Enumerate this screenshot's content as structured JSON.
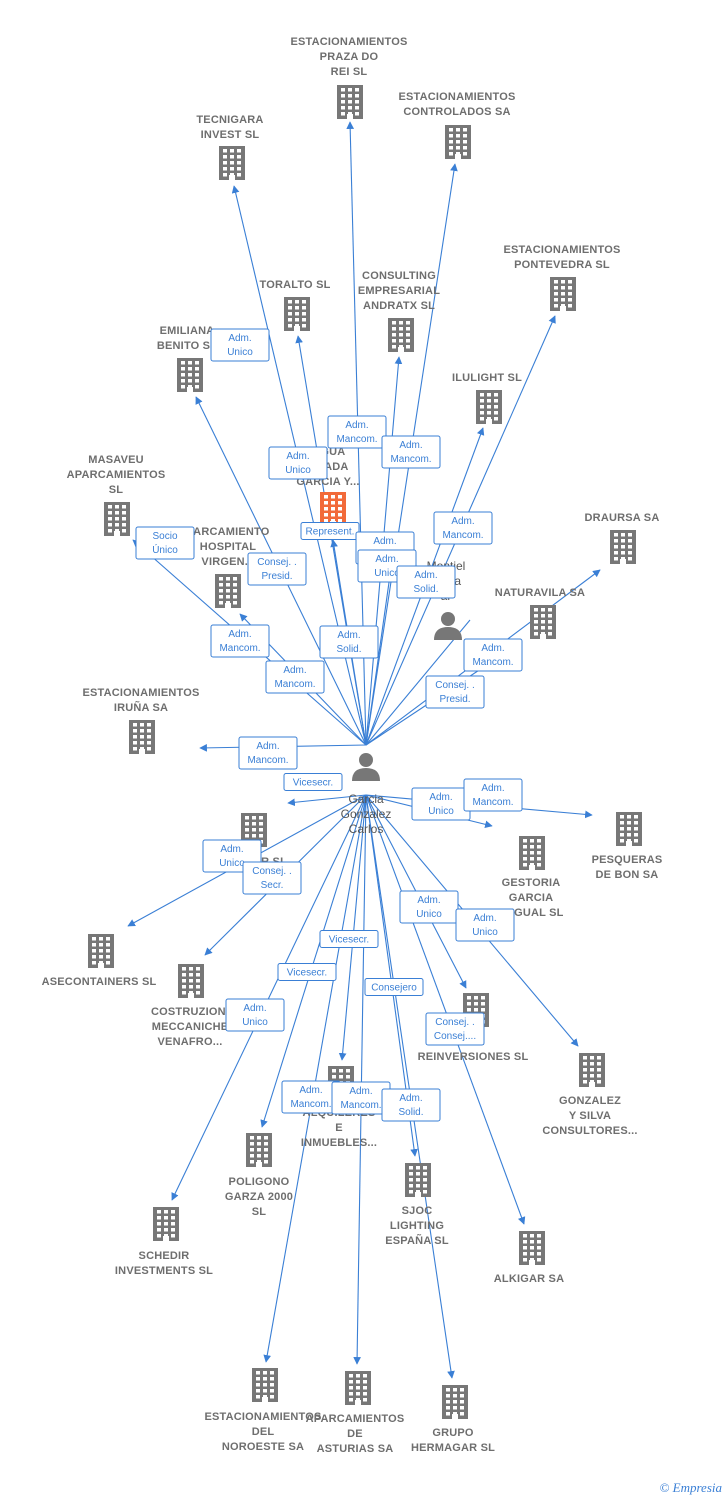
{
  "center": {
    "name": [
      "Garcia",
      "Gonzalez",
      "Carlos"
    ]
  },
  "other_person": {
    "name": [
      "Montiel",
      "Maria",
      "ar"
    ]
  },
  "highlighted_company": {
    "name": [
      "...GUA",
      "...LADA",
      "GARCIA Y..."
    ]
  },
  "companies": [
    {
      "id": "praza",
      "label": [
        "ESTACIONAMIENTOS",
        "PRAZA DO",
        "REI SL"
      ]
    },
    {
      "id": "controlados",
      "label": [
        "ESTACIONAMIENTOS",
        "CONTROLADOS SA"
      ]
    },
    {
      "id": "tecnigara",
      "label": [
        "TECNIGARA",
        "INVEST SL"
      ]
    },
    {
      "id": "pontevedra",
      "label": [
        "ESTACIONAMIENTOS",
        "PONTEVEDRA SL"
      ]
    },
    {
      "id": "toralto",
      "label": [
        "TORALTO  SL"
      ]
    },
    {
      "id": "consulting",
      "label": [
        "CONSULTING",
        "EMPRESARIAL",
        "ANDRATX SL"
      ]
    },
    {
      "id": "emiliana",
      "label": [
        "EMILIANA",
        "BENITO SL"
      ]
    },
    {
      "id": "ilulight",
      "label": [
        "ILULIGHT SL"
      ]
    },
    {
      "id": "masaveu",
      "label": [
        "MASAVEU",
        "APARCAMIENTOS",
        "SL"
      ]
    },
    {
      "id": "draursa",
      "label": [
        "DRAURSA SA"
      ]
    },
    {
      "id": "parcamiento",
      "label": [
        "PARCAMIENTO",
        "HOSPITAL",
        "VIRGEN..."
      ]
    },
    {
      "id": "naturavila",
      "label": [
        "NATURAVILA SA"
      ]
    },
    {
      "id": "iruna",
      "label": [
        "ESTACIONAMIENTOS",
        "IRUÑA SA"
      ]
    },
    {
      "id": "pesqueras",
      "label": [
        "PESQUERAS",
        "DE BON SA"
      ]
    },
    {
      "id": "ar_sl",
      "label": [
        "AR  SL"
      ]
    },
    {
      "id": "gestoria",
      "label": [
        "GESTORIA",
        "GARCIA",
        "ENGUAL SL"
      ]
    },
    {
      "id": "asecontainers",
      "label": [
        "ASECONTAINERS SL"
      ]
    },
    {
      "id": "costruzioni",
      "label": [
        "COSTRUZIONI",
        "MECCANICHE",
        "VENAFRO..."
      ]
    },
    {
      "id": "reinversiones",
      "label": [
        "RJA",
        "REINVERSIONES SL"
      ]
    },
    {
      "id": "gonzalez",
      "label": [
        "GONZALEZ",
        "Y SILVA",
        "CONSULTORES..."
      ]
    },
    {
      "id": "alquileres",
      "label": [
        "ALQUILERES",
        "E",
        "INMUEBLES..."
      ]
    },
    {
      "id": "poligono",
      "label": [
        "POLIGONO",
        "GARZA 2000",
        "SL"
      ]
    },
    {
      "id": "sjoc",
      "label": [
        "SJOC",
        "LIGHTING",
        "ESPAÑA SL"
      ]
    },
    {
      "id": "schedir",
      "label": [
        "SCHEDIR",
        "INVESTMENTS SL"
      ]
    },
    {
      "id": "alkigar",
      "label": [
        "ALKIGAR SA"
      ]
    },
    {
      "id": "noroeste",
      "label": [
        "ESTACIONAMIENTOS",
        "DEL",
        "NOROESTE SA"
      ]
    },
    {
      "id": "asturias",
      "label": [
        "APARCAMIENTOS",
        "DE",
        "ASTURIAS SA"
      ]
    },
    {
      "id": "hermagar",
      "label": [
        "GRUPO",
        "HERMAGAR SL"
      ]
    }
  ],
  "relations": [
    {
      "lines": [
        "Adm.",
        "Unico"
      ]
    },
    {
      "lines": [
        "Adm.",
        "Mancom."
      ]
    },
    {
      "lines": [
        "Adm.",
        "Mancom."
      ]
    },
    {
      "lines": [
        "Adm.",
        "Unico"
      ]
    },
    {
      "lines": [
        "Adm.",
        "Mancom."
      ]
    },
    {
      "lines": [
        "Socio",
        "Único"
      ]
    },
    {
      "lines": [
        "Represent."
      ]
    },
    {
      "lines": [
        "Adm.",
        "Solid."
      ]
    },
    {
      "lines": [
        "Consej. .",
        "Presid."
      ]
    },
    {
      "lines": [
        "Adm.",
        "Unico"
      ]
    },
    {
      "lines": [
        "Adm.",
        "Mancom."
      ]
    },
    {
      "lines": [
        "Adm.",
        "Solid."
      ]
    },
    {
      "lines": [
        "Adm.",
        "Mancom."
      ]
    },
    {
      "lines": [
        "Adm.",
        "Mancom."
      ]
    },
    {
      "lines": [
        "Consej. .",
        "Presid."
      ]
    },
    {
      "lines": [
        "Adm.",
        "Mancom."
      ]
    },
    {
      "lines": [
        "Vicesecr."
      ]
    },
    {
      "lines": [
        "Adm.",
        "Unico"
      ]
    },
    {
      "lines": [
        "Adm.",
        "Mancom."
      ]
    },
    {
      "lines": [
        "Adm.",
        "Unico"
      ]
    },
    {
      "lines": [
        "Consej. .",
        "Secr."
      ]
    },
    {
      "lines": [
        "Adm.",
        "Unico"
      ]
    },
    {
      "lines": [
        "Adm.",
        "Unico"
      ]
    },
    {
      "lines": [
        "Vicesecr."
      ]
    },
    {
      "lines": [
        "Vicesecr."
      ]
    },
    {
      "lines": [
        "Consejero"
      ]
    },
    {
      "lines": [
        "Adm.",
        "Unico"
      ]
    },
    {
      "lines": [
        "Consej. .",
        "Consej...."
      ]
    },
    {
      "lines": [
        "Adm.",
        "Mancom."
      ]
    },
    {
      "lines": [
        "Adm.",
        "Mancom."
      ]
    },
    {
      "lines": [
        "Adm.",
        "Solid."
      ]
    },
    {
      "lines": [
        "Adm.",
        "Solid."
      ]
    }
  ],
  "footer": {
    "copyright_symbol": "©",
    "brand": "Empresia"
  },
  "colors": {
    "edge": "#3a7fd5",
    "building": "#777777",
    "highlight": "#f26a3a",
    "person": "#777777"
  }
}
